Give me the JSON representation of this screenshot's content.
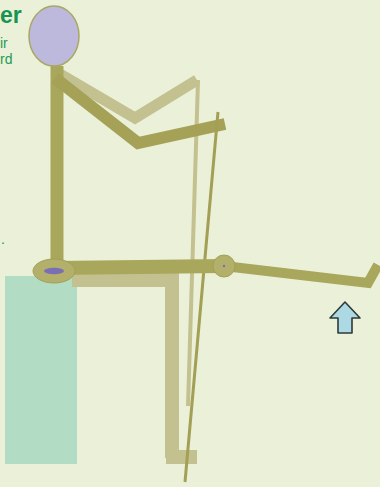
{
  "diagram": {
    "title": "er",
    "labels": [
      "ir",
      "rd",
      "."
    ]
  }
}
